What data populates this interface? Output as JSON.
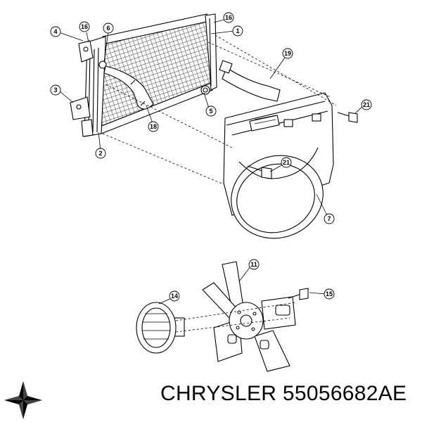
{
  "callouts": [
    {
      "label": "1"
    },
    {
      "label": "2"
    },
    {
      "label": "3"
    },
    {
      "label": "4"
    },
    {
      "label": "5"
    },
    {
      "label": "6"
    },
    {
      "label": "7"
    },
    {
      "label": "11"
    },
    {
      "label": "14"
    },
    {
      "label": "15"
    },
    {
      "label": "16"
    },
    {
      "label": "16"
    },
    {
      "label": "18"
    },
    {
      "label": "19"
    },
    {
      "label": "21"
    },
    {
      "label": "21"
    }
  ],
  "brand": {
    "name": "CHRYSLER",
    "part_number": "55056682AE",
    "logo_icon": "pentastar-icon"
  },
  "colors": {
    "line": "#000000",
    "background": "#ffffff"
  }
}
